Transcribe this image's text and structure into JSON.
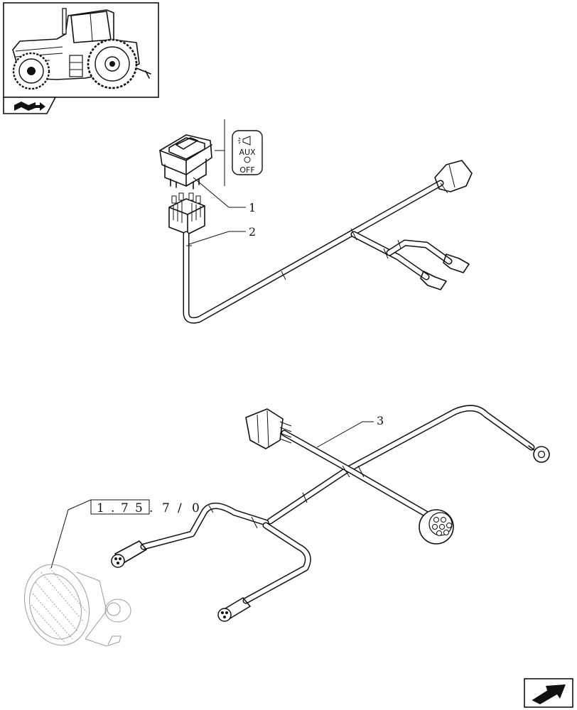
{
  "switch_legend": {
    "aux_label": "AUX",
    "off_label": "OFF"
  },
  "callouts": [
    {
      "id": "1",
      "label": "1"
    },
    {
      "id": "2",
      "label": "2"
    },
    {
      "id": "3",
      "label": "3"
    }
  ],
  "reference_code": {
    "parts": [
      "1",
      ".",
      "7",
      "5",
      ".",
      "7",
      "/",
      "0"
    ]
  }
}
